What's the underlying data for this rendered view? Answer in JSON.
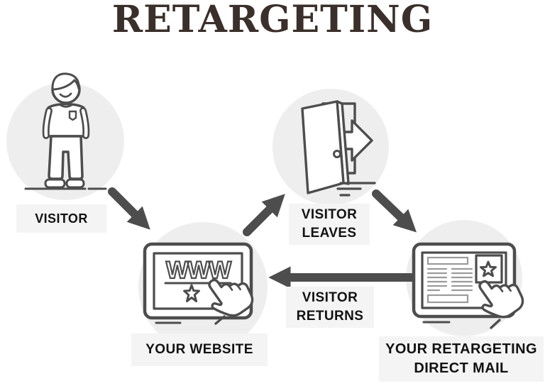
{
  "title": "RETARGETING",
  "colors": {
    "background": "#ffffff",
    "ink": "#4d4d4d",
    "title_ink": "#3a2f2a",
    "node_circle": "#eeeeee",
    "label_background": "#f4f4f4",
    "label_text": "#121212",
    "detail_line": "#9b9b9b"
  },
  "nodes": {
    "visitor": {
      "label": "VISITOR",
      "icon": "person-icon"
    },
    "website": {
      "label": "YOUR WEBSITE",
      "icon": "website-browser-icon",
      "www_text": "WWW"
    },
    "visitor_leaves": {
      "label_line1": "VISITOR",
      "label_line2": "LEAVES",
      "icon": "door-exit-icon"
    },
    "direct_mail": {
      "label_line1": "YOUR RETARGETING",
      "label_line2": "DIRECT MAIL",
      "icon": "direct-mail-icon"
    }
  },
  "edges": {
    "visitor_to_website": {
      "from": "visitor",
      "to": "website",
      "direction": "down-right"
    },
    "website_to_leaves": {
      "from": "website",
      "to": "visitor_leaves",
      "direction": "up-right"
    },
    "leaves_to_mail": {
      "from": "visitor_leaves",
      "to": "direct_mail",
      "direction": "down-right"
    },
    "mail_to_website": {
      "from": "direct_mail",
      "to": "website",
      "direction": "left",
      "label_line1": "VISITOR",
      "label_line2": "RETURNS"
    }
  }
}
